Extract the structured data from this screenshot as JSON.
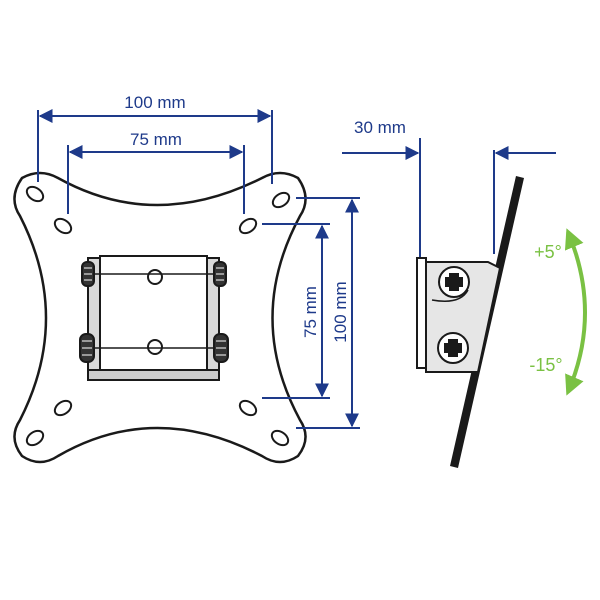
{
  "dimensions": {
    "outer_width": "100 mm",
    "inner_width": "75 mm",
    "inner_height": "75 mm",
    "outer_height": "100 mm",
    "depth": "30 mm"
  },
  "tilt": {
    "up": "+5°",
    "down": "-15°"
  },
  "colors": {
    "dimension_line": "#1e3a8a",
    "tilt_arrow": "#7ac143",
    "outline": "#1a1a1a"
  }
}
